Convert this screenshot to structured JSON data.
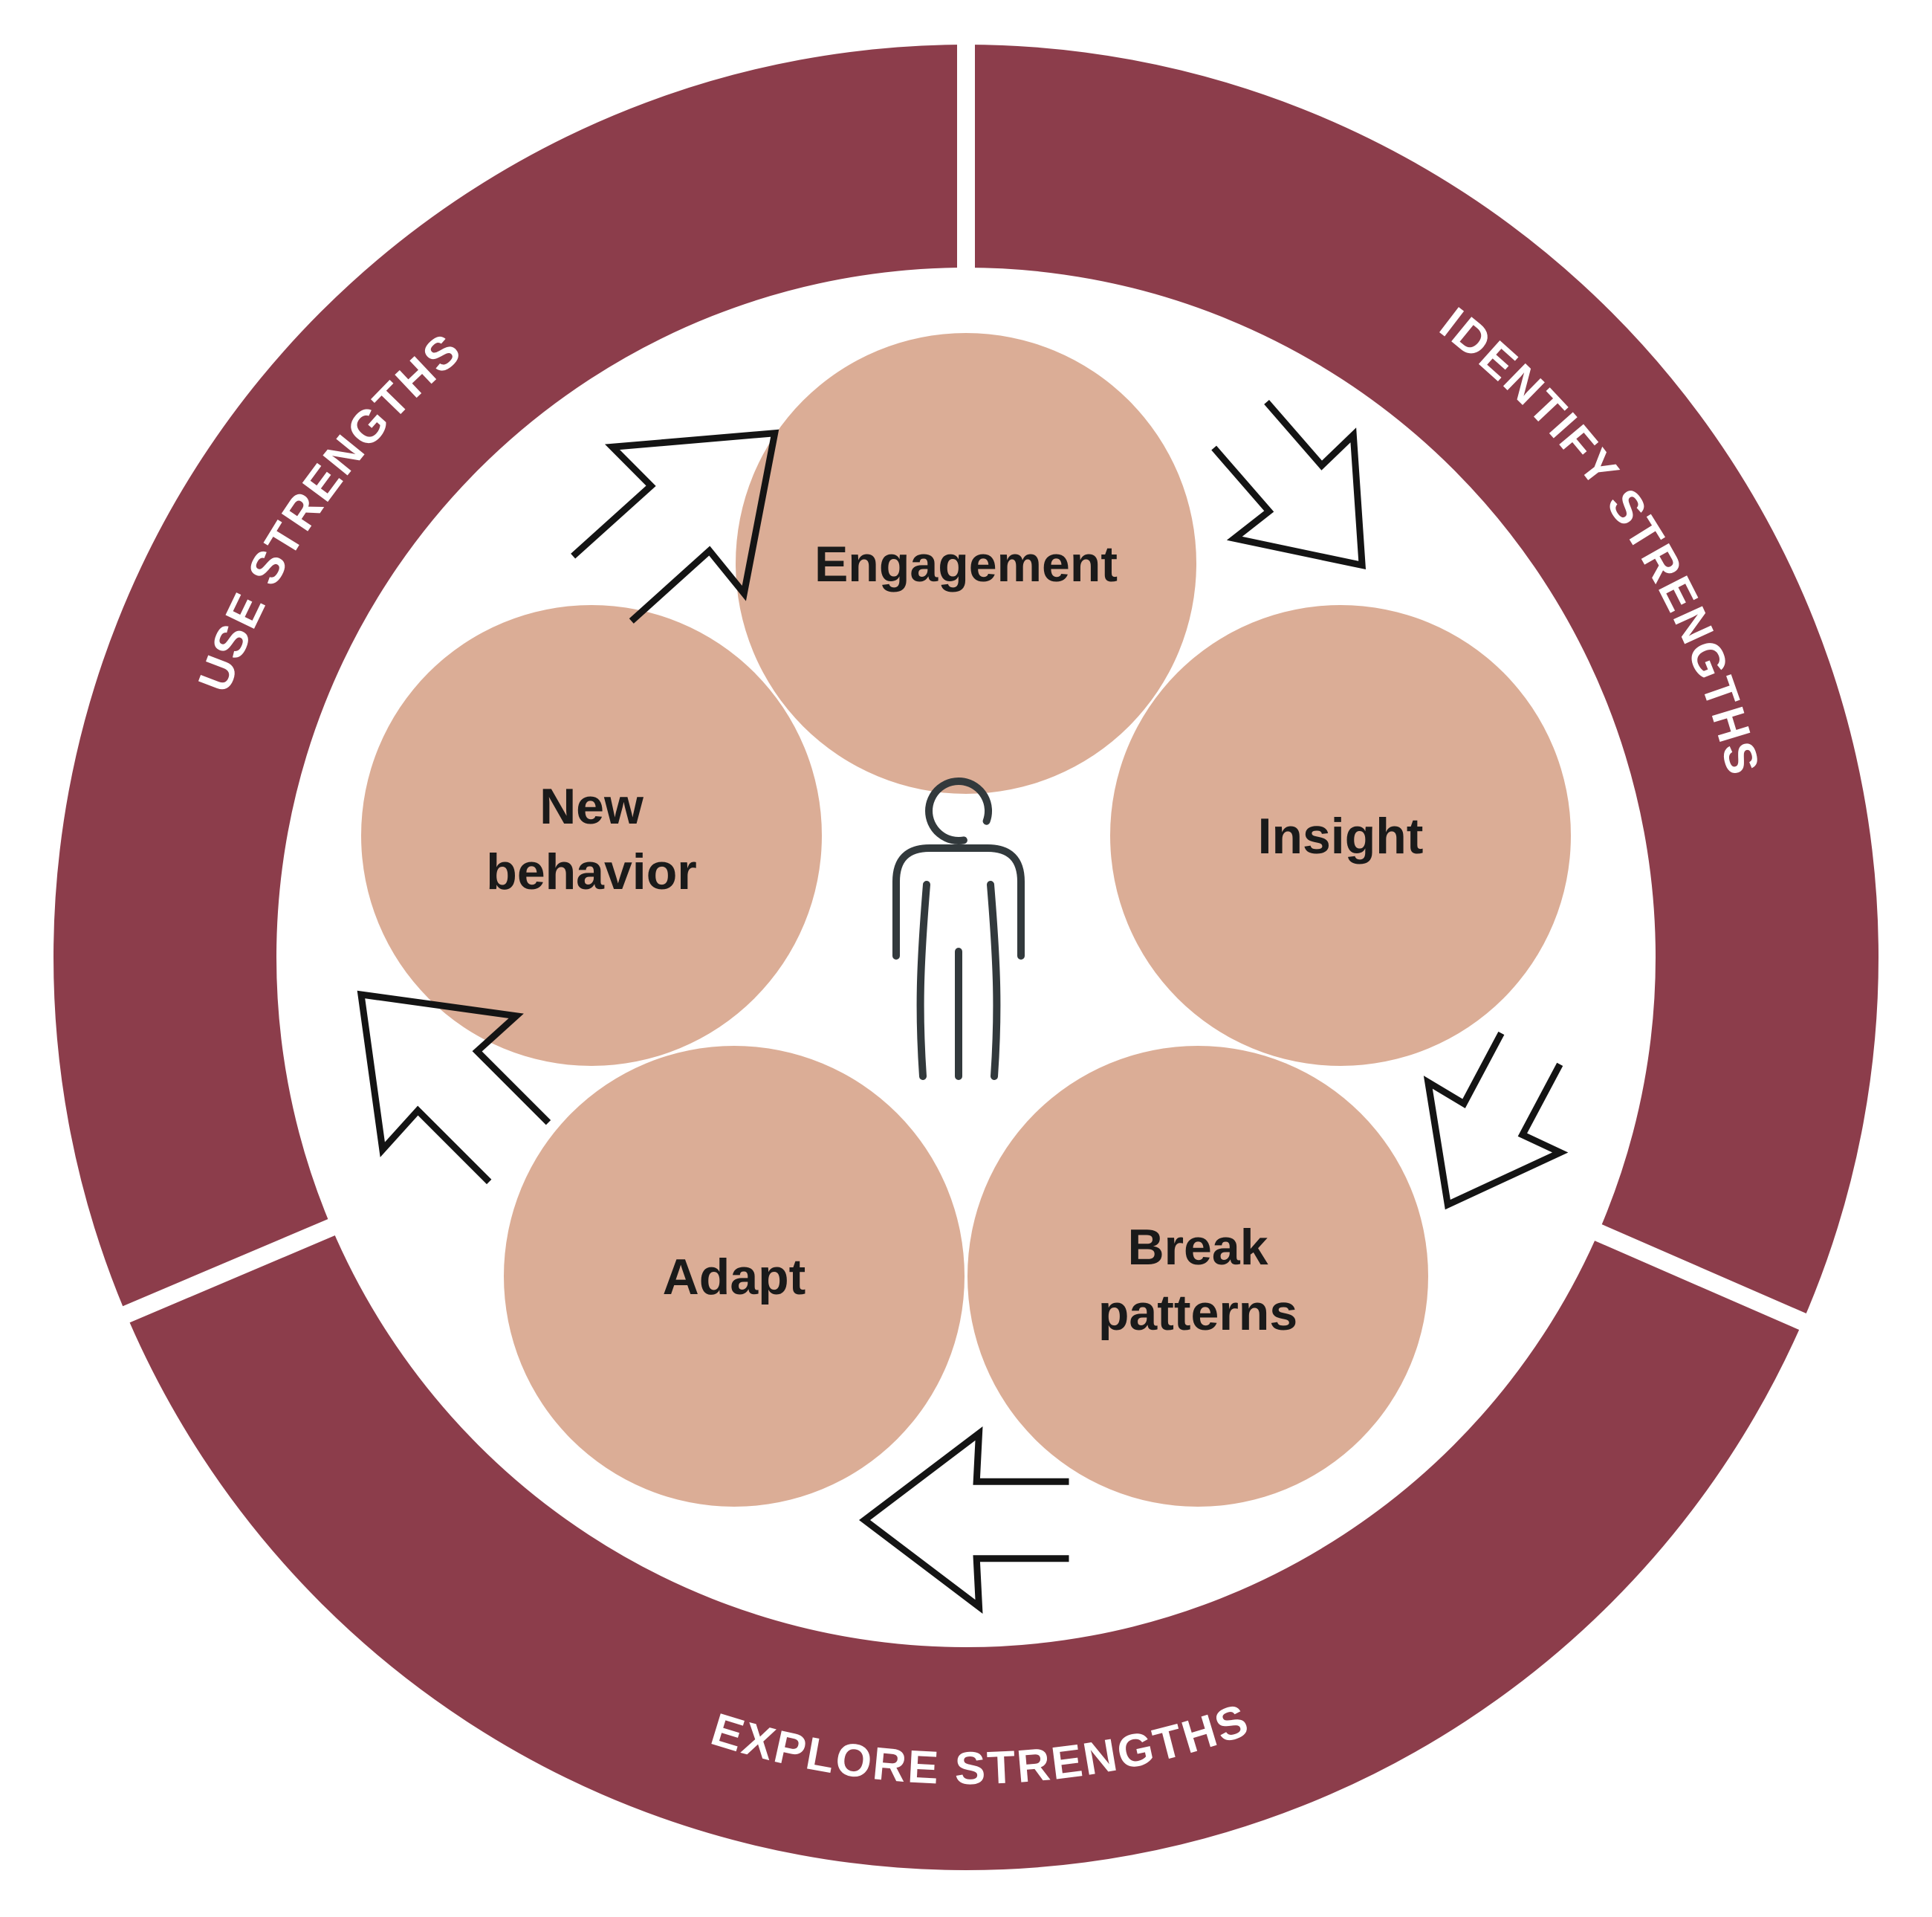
{
  "diagram": {
    "background_color": "#FFFFFF",
    "outer_ring": {
      "color": "#8C3D4B",
      "divider_color": "#FFFFFF",
      "label_color": "#FFFFFF",
      "segments": [
        {
          "label": "USE STRENGTHS"
        },
        {
          "label": "IDENTIFY STRENGTHS"
        },
        {
          "label": "EXPLORE STRENGTHS"
        }
      ]
    },
    "stages": {
      "circle_color": "#DBAD96",
      "label_color": "#1A1A1A",
      "items": [
        {
          "label": "Engagement"
        },
        {
          "label": "Insight"
        },
        {
          "label": "Break",
          "label2": "patterns"
        },
        {
          "label": "Adapt"
        },
        {
          "label": "New",
          "label2": "behavior"
        }
      ]
    },
    "center": {
      "icon": "person-icon",
      "color": "#32393C"
    },
    "flow": {
      "icon": "block-arrow-icon",
      "direction": "clockwise",
      "arrow_count": "5",
      "arrow_color": "#141414"
    }
  }
}
